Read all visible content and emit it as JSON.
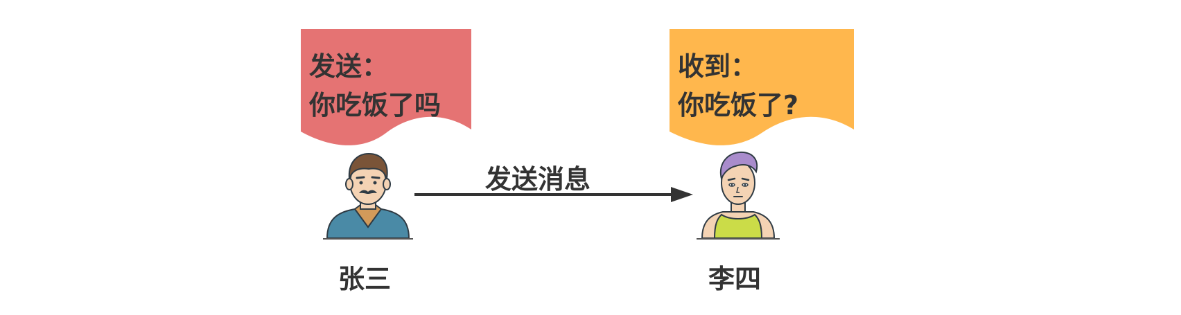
{
  "sender": {
    "name": "张三",
    "note_title": "发送：",
    "note_message": "你吃饭了吗",
    "note_color": "#e57373",
    "shirt_color": "#4a8aa6",
    "hair_color": "#7a5438"
  },
  "receiver": {
    "name": "李四",
    "note_title": "收到：",
    "note_message": "你吃饭了?",
    "note_color": "#ffb74d",
    "shirt_color": "#cbdc48",
    "hair_color": "#a98ccc"
  },
  "arrow": {
    "label": "发送消息",
    "color": "#333333"
  }
}
